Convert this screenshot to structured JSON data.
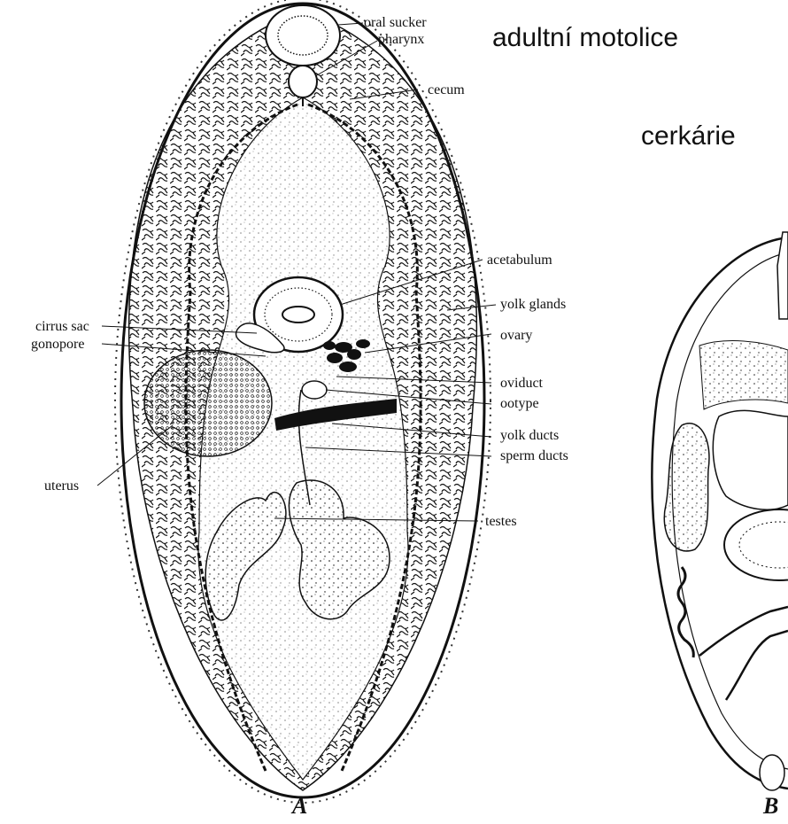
{
  "headings": {
    "adult": "adultní motolice",
    "cercaria": "cerkárie"
  },
  "figure_letters": {
    "a": "A",
    "b": "B"
  },
  "labels": {
    "oral_sucker": "oral sucker",
    "pharynx": "pharynx",
    "cecum": "cecum",
    "acetabulum": "acetabulum",
    "yolk_glands": "yolk glands",
    "ovary": "ovary",
    "oviduct": "oviduct",
    "ootype": "ootype",
    "yolk_ducts": "yolk ducts",
    "sperm_ducts": "sperm ducts",
    "testes": "testes",
    "cirrus_sac": "cirrus sac",
    "gonopore": "gonopore",
    "uterus": "uterus"
  }
}
